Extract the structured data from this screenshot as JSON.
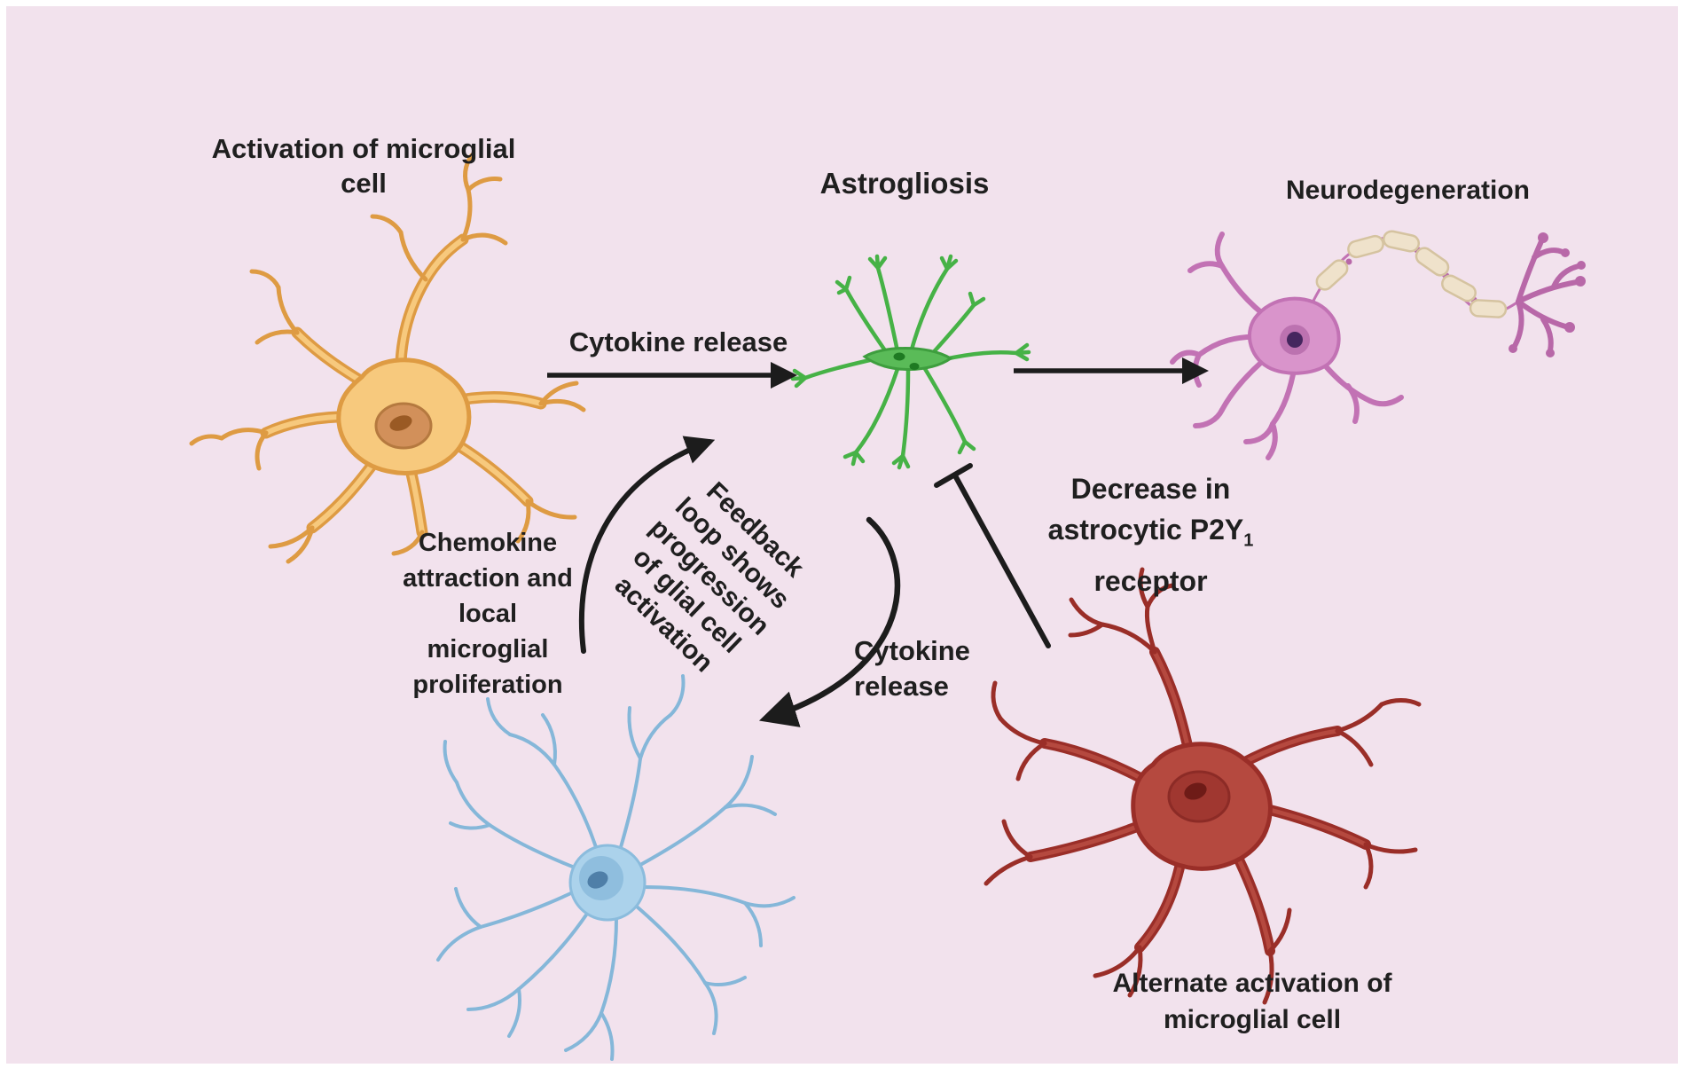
{
  "background": {
    "page_color": "#ffffff",
    "panel_color": "#f2e2ed"
  },
  "text_color": "#1f1f1f",
  "arrow_color": "#1c1c1c",
  "labels": {
    "activation": {
      "lines": [
        "Activation of microglial",
        "cell"
      ]
    },
    "astrogliosis": {
      "text": "Astrogliosis"
    },
    "neurodegeneration": {
      "text": "Neurodegeneration"
    },
    "cytokine_release_top": {
      "text": "Cytokine release"
    },
    "feedback_loop": {
      "lines": [
        "Feedback",
        "loop shows",
        "progression",
        "of glial cell",
        "activation"
      ]
    },
    "chemokine": {
      "lines": [
        "Chemokine",
        "attraction and",
        "local",
        "microglial",
        "proliferation"
      ]
    },
    "cytokine_release_loop": {
      "lines": [
        "Cytokine",
        "release"
      ]
    },
    "p2y_decrease": {
      "line1": "Decrease in",
      "line2_main": "astrocytic P2Y",
      "line2_sub": "1",
      "line3": "receptor"
    },
    "alternate_activation": {
      "lines": [
        "Alternate activation of",
        "microglial cell"
      ]
    }
  },
  "cells": {
    "activated_microglia": {
      "body_color": "#f7c97d",
      "outline_color": "#de9b43",
      "nucleus_color": "#d2905a",
      "nucleus_spot_color": "#9a5a24"
    },
    "astrocyte": {
      "branch_color": "#46b246",
      "body_color": "#5abb58",
      "nucleus_color": "#1e7a22"
    },
    "neuron": {
      "dendrite_color": "#c272b4",
      "soma_color": "#d994cb",
      "nucleus_color": "#45265e",
      "myelin_color": "#efe2cb",
      "myelin_outline_color": "#d5c3a0",
      "terminal_color": "#b868a8"
    },
    "ramified_microglia": {
      "branch_color": "#85b7d9",
      "body_color": "#abd2eb",
      "nucleus_color": "#8fbede",
      "nucleus_spot_color": "#4f7fa8"
    },
    "alternate_microglia": {
      "body_color": "#b5493f",
      "outline_color": "#9a2e28",
      "nucleus_color": "#a03730",
      "nucleus_spot_color": "#6e1b17"
    }
  }
}
